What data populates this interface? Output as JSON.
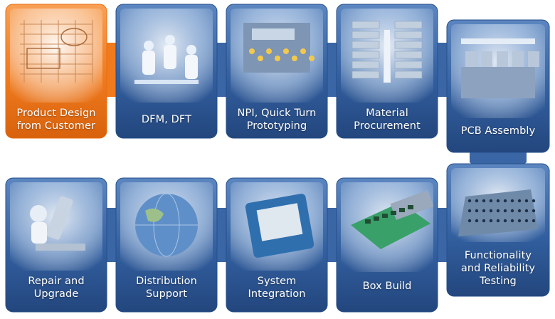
{
  "colors": {
    "box_blue": "#2f5b9c",
    "box_blue_light": "#4a7ab8",
    "highlight_orange": "#f07a1e",
    "arrow_blue": "#3a66a5"
  },
  "steps": [
    {
      "label": "Product Design\nfrom Customer",
      "icon": "blueprint-icon"
    },
    {
      "label": "DFM, DFT",
      "icon": "engineers-icon"
    },
    {
      "label": "NPI, Quick Turn\nPrototyping",
      "icon": "machine-icon"
    },
    {
      "label": "Material\nProcurement",
      "icon": "warehouse-icon"
    },
    {
      "label": "PCB Assembly",
      "icon": "assembly-line-icon"
    },
    {
      "label": "Functionality\nand Reliability\nTesting",
      "icon": "test-board-icon"
    },
    {
      "label": "Box Build",
      "icon": "circuit-board-icon"
    },
    {
      "label": "System\nIntegration",
      "icon": "test-instrument-icon"
    },
    {
      "label": "Distribution\nSupport",
      "icon": "globe-icon"
    },
    {
      "label": "Repair and\nUpgrade",
      "icon": "microscope-icon"
    }
  ]
}
